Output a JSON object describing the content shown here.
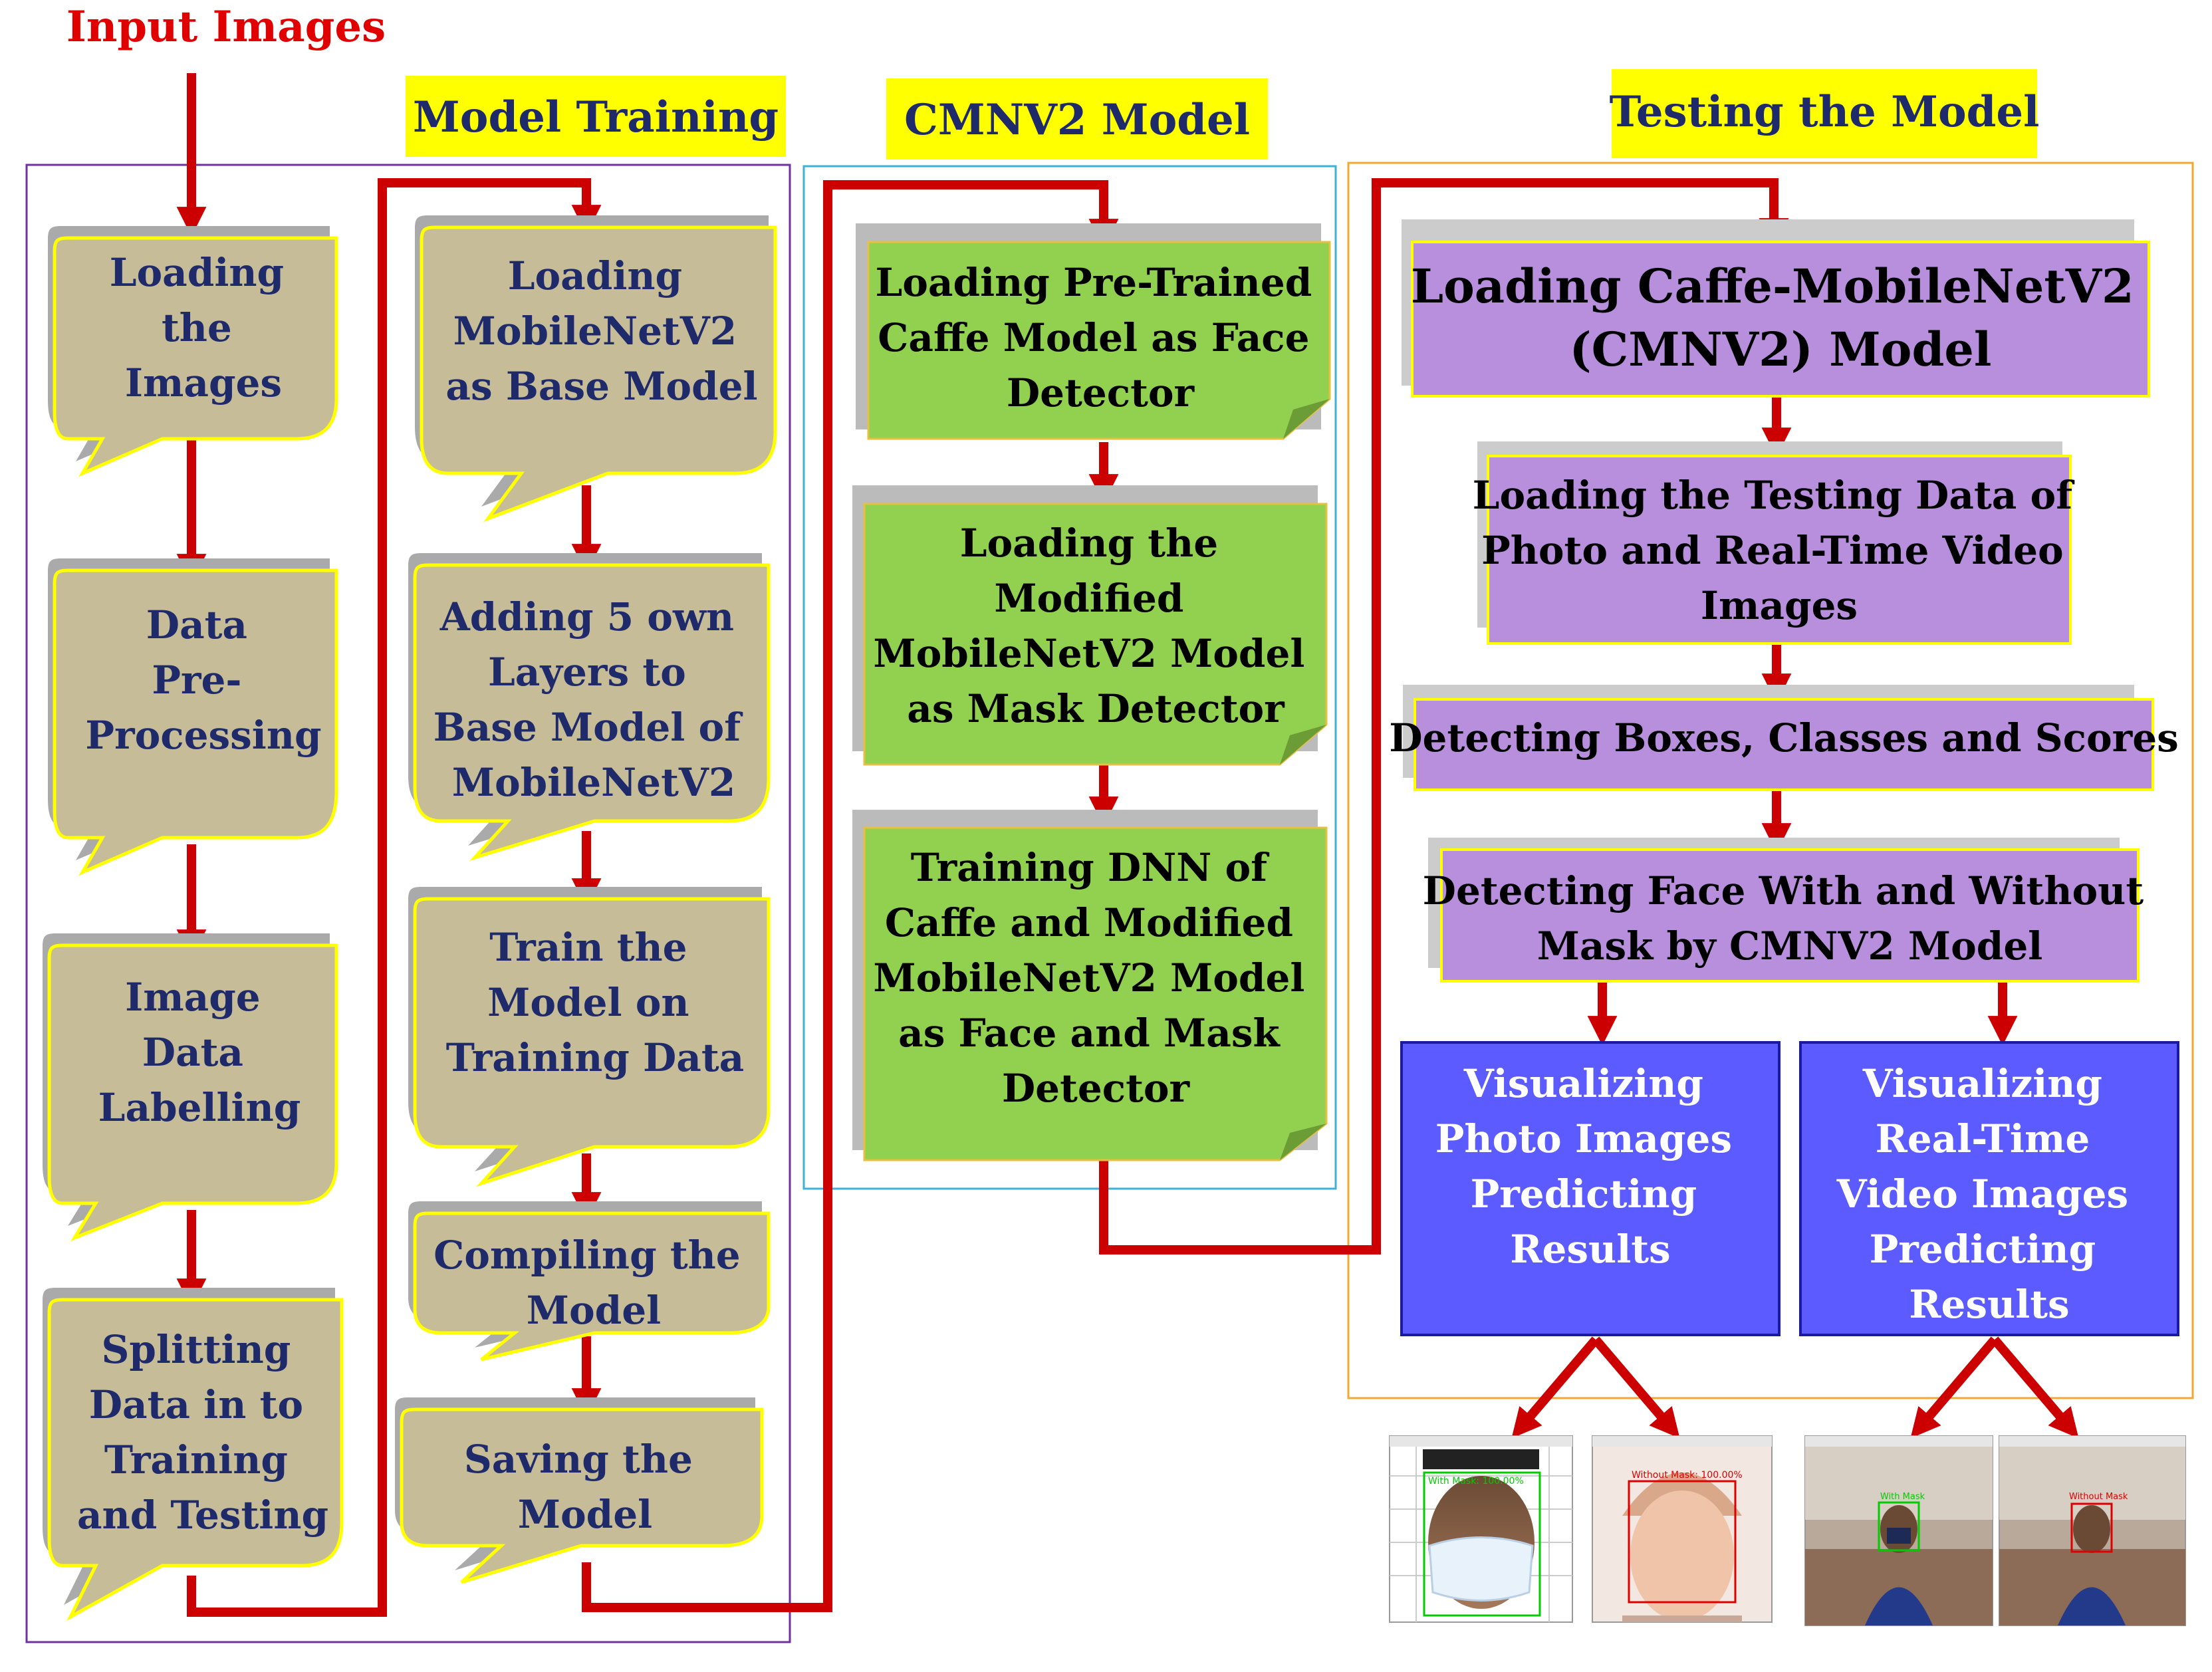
{
  "input_label": "Input Images",
  "sections": {
    "model_training": "Model Training",
    "cmnv2_model": "CMNV2 Model",
    "testing": "Testing the Model"
  },
  "col1": {
    "loading": [
      "Loading",
      "the",
      "Images"
    ],
    "preprocessing": [
      "Data",
      "Pre-",
      "Processing"
    ],
    "labelling": [
      "Image",
      "Data",
      "Labelling"
    ],
    "splitting": [
      "Splitting",
      "Data in to",
      "Training",
      "and Testing"
    ]
  },
  "col2": {
    "base_model": [
      "Loading",
      "MobileNetV2",
      "as Base Model"
    ],
    "adding_layers": [
      "Adding  5 own",
      "Layers to",
      "Base Model of",
      "MobileNetV2"
    ],
    "train": [
      "Train  the",
      "Model on",
      "Training  Data"
    ],
    "compile": [
      "Compiling  the",
      "Model"
    ],
    "save": [
      "Saving the",
      "Model"
    ]
  },
  "col3": {
    "caffe": [
      "Loading Pre-Trained",
      "Caffe Model as Face",
      "Detector"
    ],
    "modified": [
      "Loading the",
      "Modified",
      "MobileNetV2 Model",
      "as Mask Detector"
    ],
    "training_dnn": [
      "Training  DNN of",
      "Caffe and Modified",
      "MobileNetV2 Model",
      "as Face and Mask",
      "Detector"
    ]
  },
  "col4": {
    "load_cmnv2": [
      "Loading Caffe-MobileNetV2",
      "(CMNV2) Model"
    ],
    "load_testing": [
      "Loading the Testing Data of",
      "Photo and Real-Time Video",
      "Images"
    ],
    "detect_boxes": [
      "Detecting Boxes, Classes and Scores"
    ],
    "detect_face": [
      "Detecting Face With and Without",
      "Mask by CMNV2 Model"
    ],
    "vis_photo": [
      "Visualizing",
      "Photo Images",
      "Predicting",
      "Results"
    ],
    "vis_video": [
      "Visualizing",
      "Real-Time",
      "Video Images",
      "Predicting",
      "Results"
    ]
  },
  "result_labels": {
    "photo_with": "With  Mask: 100.00%",
    "photo_without": "Without  Mask: 100.00%",
    "video_with": "With  Mask",
    "video_without": "Without  Mask"
  },
  "colors": {
    "input_label": "#e00000",
    "section_bg": "#ffff00",
    "section_text": "#1f2a6b",
    "callout_fill": "#c6bc98",
    "callout_border": "#ffff00",
    "callout_text": "#1f2a6b",
    "green_fill": "#92d050",
    "purple_fill": "#b78fdc",
    "blue_fill": "#5b5bff",
    "arrow": "#cc0000",
    "frame_col1_2": "#7030a0",
    "frame_col3": "#3fb0d8",
    "frame_col4": "#f0a830",
    "box_text": "#000000",
    "vis_text": "#ffffff"
  }
}
